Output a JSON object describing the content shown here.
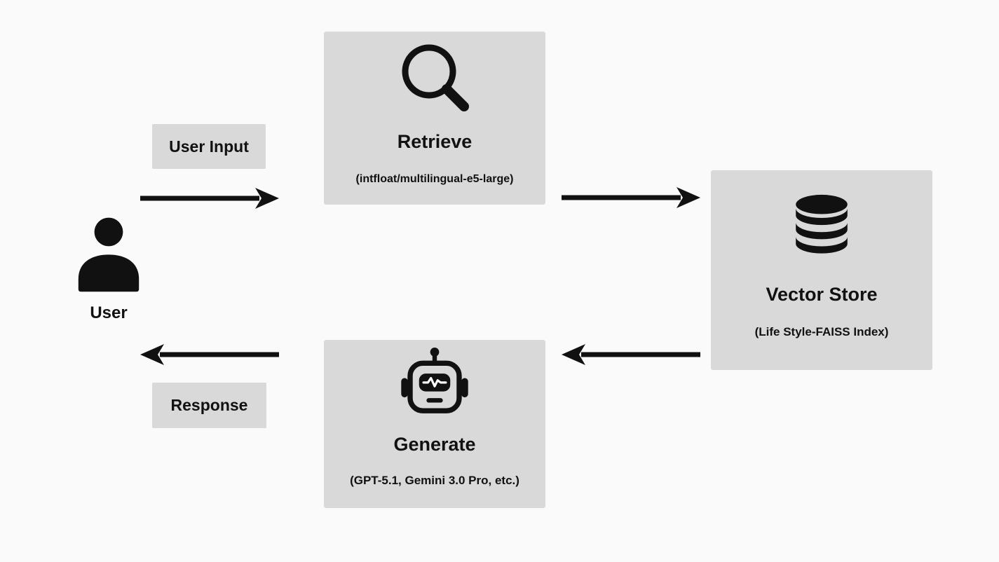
{
  "diagram": {
    "colors": {
      "background": "#fafafa",
      "node_background": "#d9d9d9",
      "ink": "#111111"
    },
    "nodes": {
      "retrieve": {
        "title": "Retrieve",
        "subtitle": "(intfloat/multilingual-e5-large)",
        "icon": "magnifier-icon"
      },
      "vector_store": {
        "title": "Vector Store",
        "subtitle": "(Life Style-FAISS Index)",
        "icon": "database-icon"
      },
      "generate": {
        "title": "Generate",
        "subtitle": "(GPT-5.1, Gemini 3.0 Pro, etc.)",
        "icon": "robot-icon"
      },
      "user": {
        "label": "User",
        "icon": "person-icon"
      }
    },
    "edges": {
      "user_input": {
        "label": "User Input",
        "direction": "right"
      },
      "retrieve_to_vector_store": {
        "direction": "right"
      },
      "vector_store_to_generate": {
        "direction": "left"
      },
      "response": {
        "label": "Response",
        "direction": "left"
      }
    }
  }
}
